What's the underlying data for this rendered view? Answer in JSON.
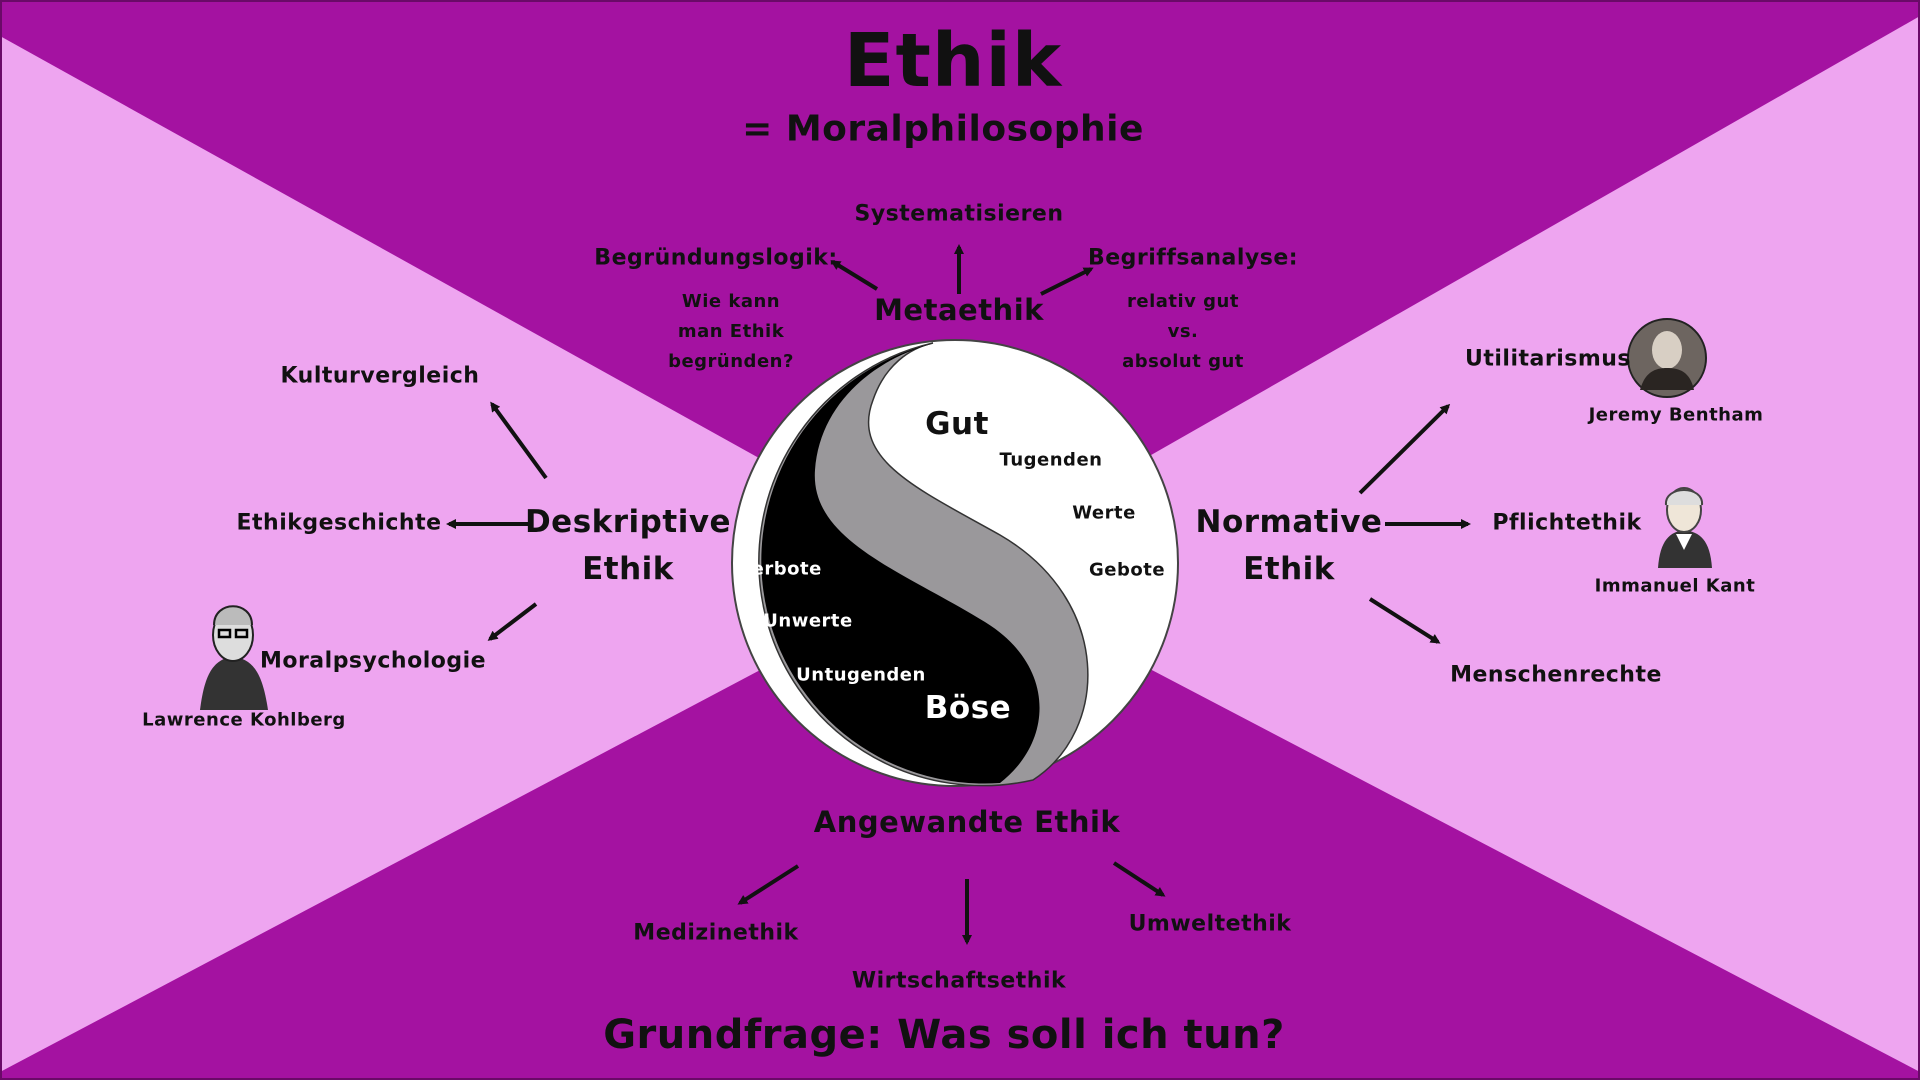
{
  "title": "Ethik",
  "subtitle": "= Moralphilosophie",
  "bottom_question": "Grundfrage: Was soll ich tun?",
  "colors": {
    "dark_purple": "#a412a1",
    "light_pink": "#eea5f0",
    "text": "#111111"
  },
  "yin_yang": {
    "good_label": "Gut",
    "good_items": [
      "Tugenden",
      "Werte",
      "Gebote"
    ],
    "evil_label": "Böse",
    "evil_items": [
      "Verbote",
      "Unwerte",
      "Untugenden"
    ]
  },
  "metaethik": {
    "label": "Metaethik",
    "top": "Systematisieren",
    "left_heading": "Begründungslogik:",
    "left_lines": [
      "Wie kann",
      "man Ethik",
      "begründen?"
    ],
    "right_heading": "Begriffsanalyse:",
    "right_lines": [
      "relativ gut",
      "vs.",
      "absolut gut"
    ]
  },
  "deskriptive": {
    "label_line1": "Deskriptive",
    "label_line2": "Ethik",
    "items": [
      "Kulturvergleich",
      "Ethikgeschichte",
      "Moralpsychologie"
    ],
    "person": "Lawrence Kohlberg"
  },
  "normative": {
    "label_line1": "Normative",
    "label_line2": "Ethik",
    "items": [
      "Utilitarismus",
      "Pflichtethik",
      "Menschenrechte"
    ],
    "persons": [
      "Jeremy Bentham",
      "Immanuel Kant"
    ]
  },
  "angewandte": {
    "label": "Angewandte Ethik",
    "items": [
      "Medizinethik",
      "Wirtschaftsethik",
      "Umweltethik"
    ]
  }
}
